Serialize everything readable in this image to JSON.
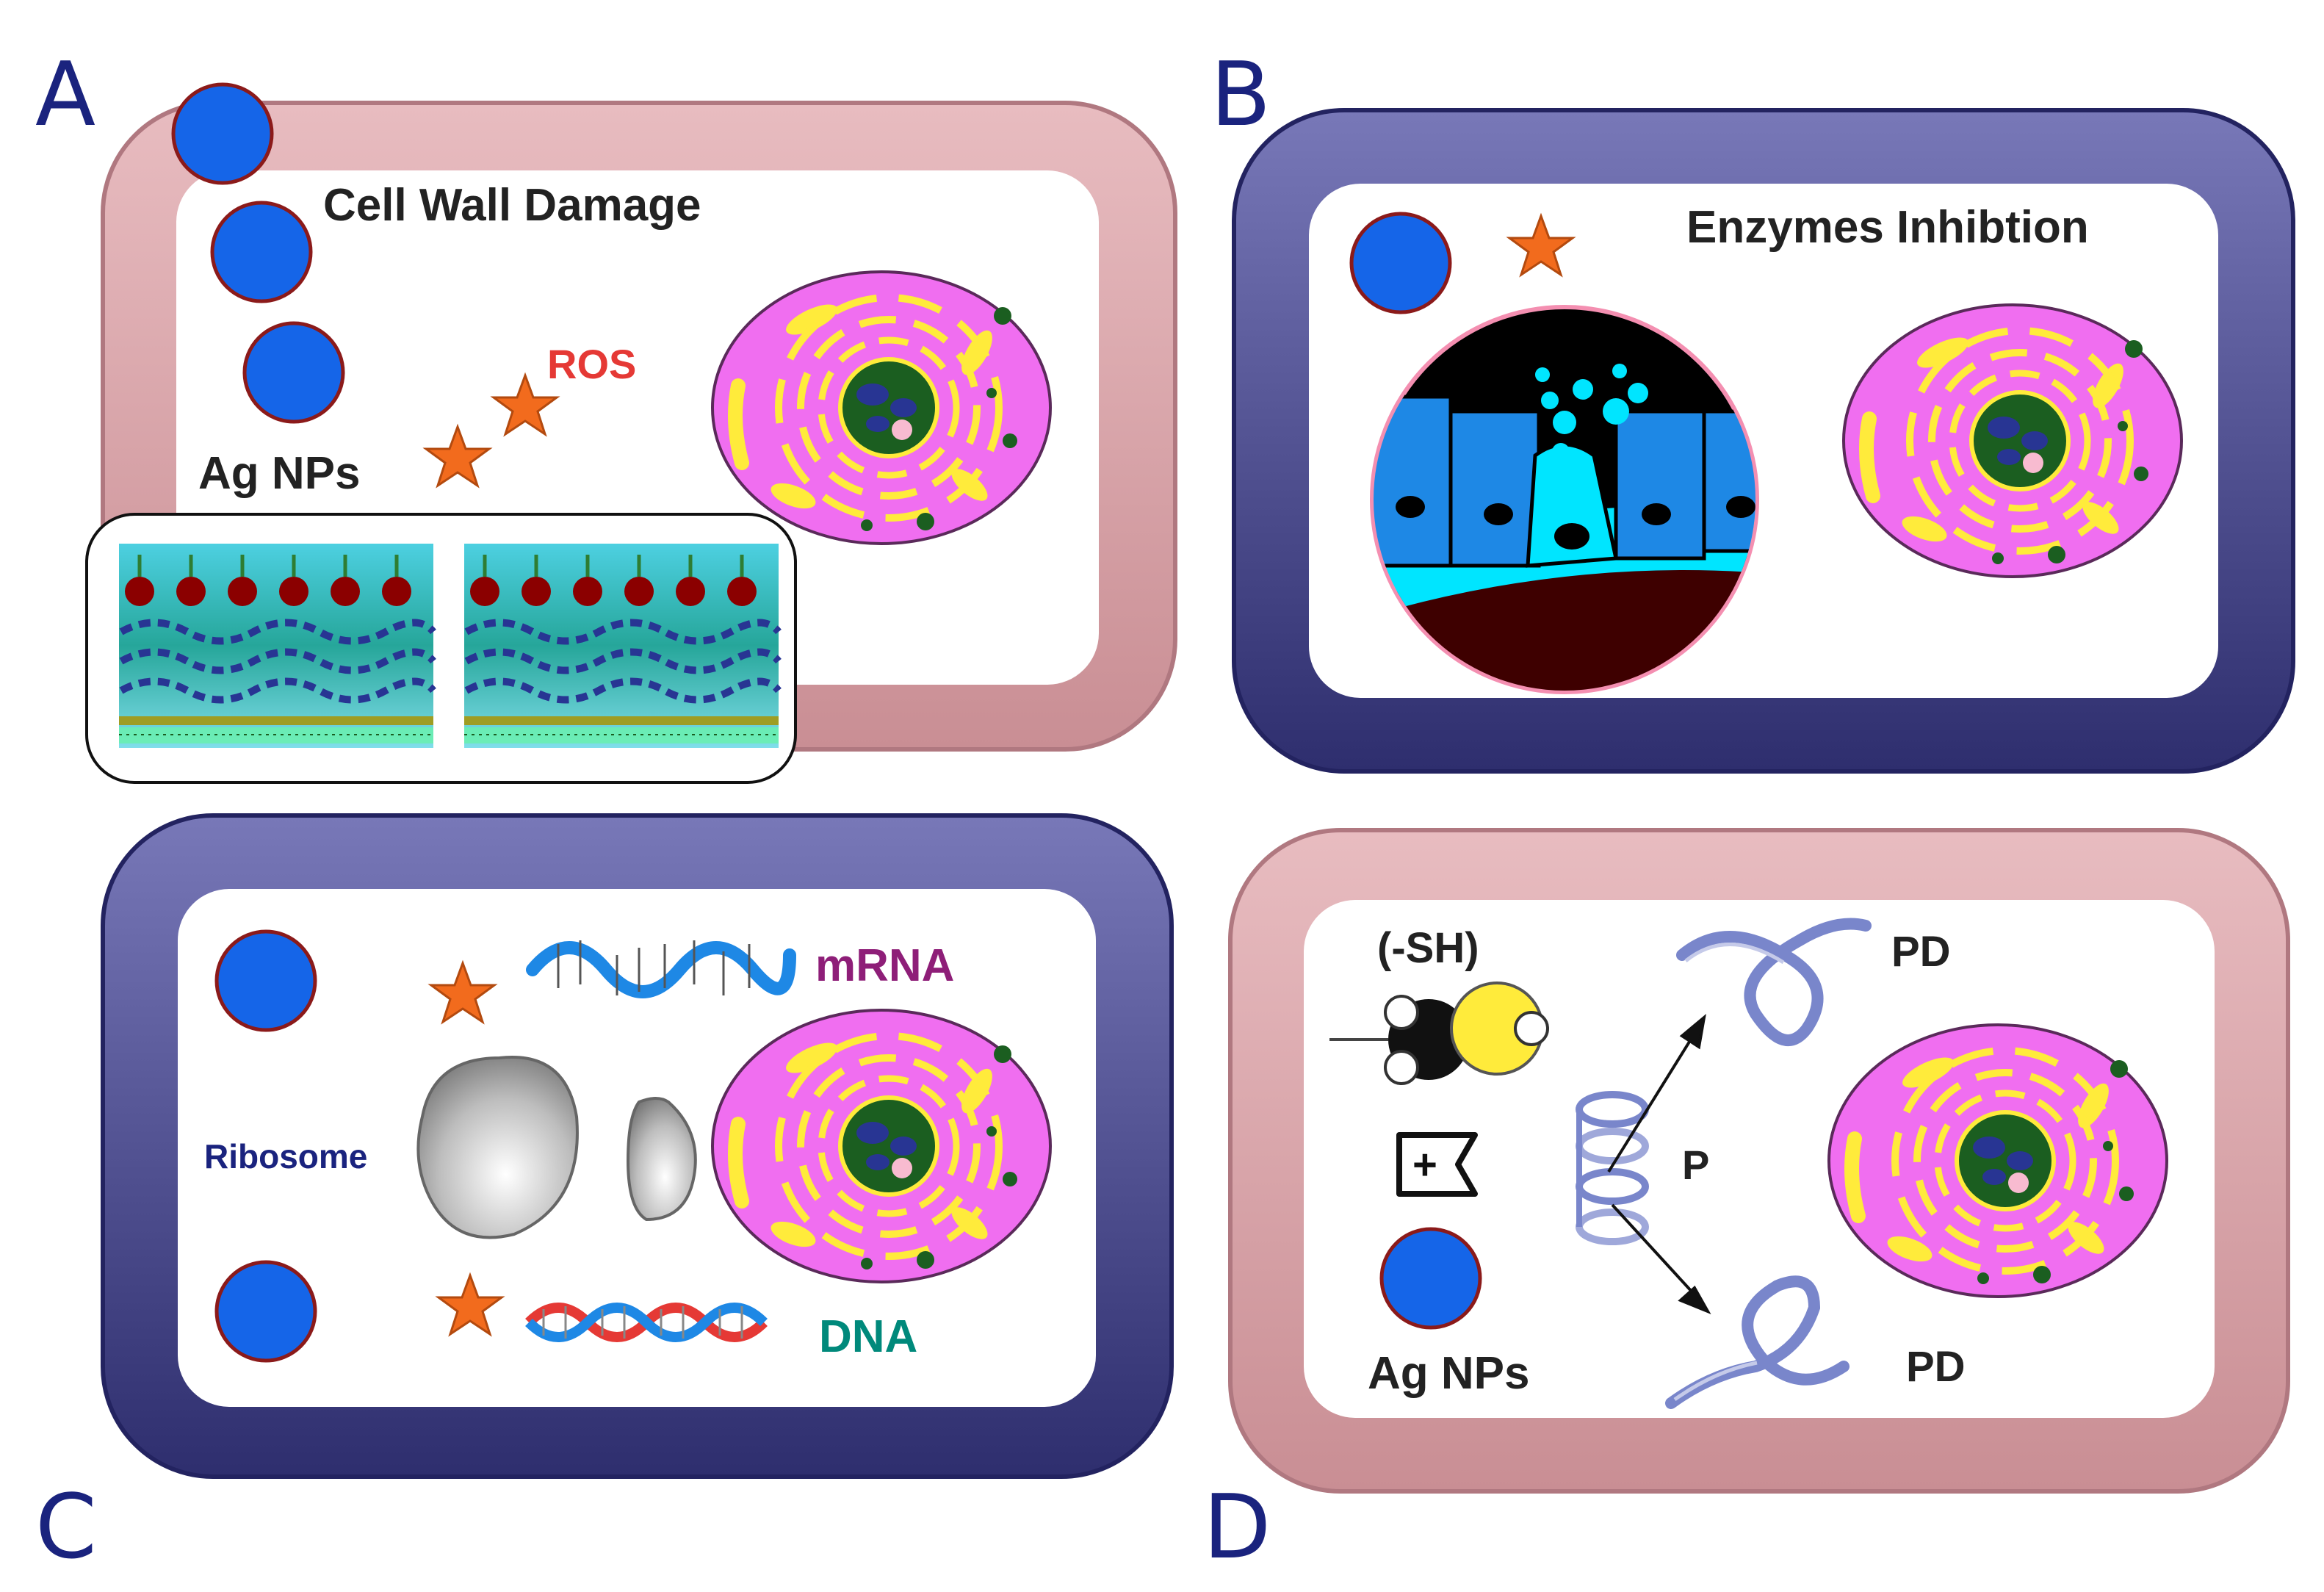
{
  "panels": {
    "a": {
      "letter": "A",
      "title": "Cell Wall Damage",
      "ros_label": "ROS",
      "np_label": "Ag NPs"
    },
    "b": {
      "letter": "B",
      "title": "Enzymes Inhibtion"
    },
    "c": {
      "letter": "C",
      "mrna_label": "mRNA",
      "ribosome_label": "Ribosome",
      "dna_label": "DNA"
    },
    "d": {
      "letter": "D",
      "sh_label": "(-SH)",
      "plus_label": "+",
      "pd_top_label": "PD",
      "p_label": "P",
      "pd_bottom_label": "PD",
      "np_label": "Ag NPs"
    }
  },
  "colors": {
    "pink_wall": "#d9a3a8",
    "purple_wall": "#4a4a8c",
    "nanoparticle": "#1565e8",
    "ros_star": "#f26b1d",
    "ros_text": "#e53935",
    "mrna_text": "#8e1e78",
    "dna_text": "#00897b",
    "ribosome_text": "#1a237e",
    "cell_body": "#f06ef0",
    "nucleus": "#1b5e20"
  }
}
